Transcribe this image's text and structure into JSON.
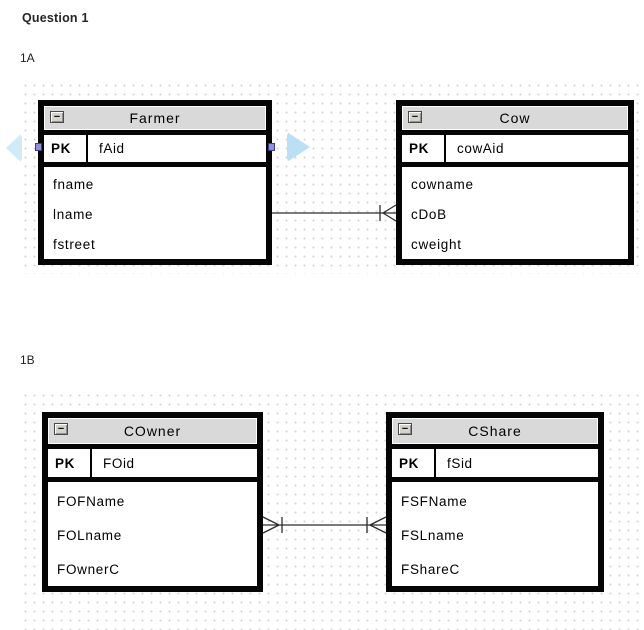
{
  "page": {
    "heading": "Question 1"
  },
  "icons": {
    "collapse_glyph": "−"
  },
  "colors": {
    "entity_border": "#000000",
    "header_fill": "#d9d9d9",
    "autoconnect_blue": "#b9e0f6",
    "selection_handle": "#8f8fdb",
    "grid_dot": "#d3d5da"
  },
  "sections": [
    {
      "label": "1A",
      "entities": [
        {
          "title": "Farmer",
          "pk_label": "PK",
          "pk_field": "fAid",
          "attributes": [
            "fname",
            "lname",
            "fstreet"
          ]
        },
        {
          "title": "Cow",
          "pk_label": "PK",
          "pk_field": "cowAid",
          "attributes": [
            "cowname",
            "cDoB",
            "cweight"
          ]
        }
      ],
      "relationship": {
        "from": "Farmer",
        "to": "Cow",
        "cardinality": "one-to-many",
        "to_end_symbol": "crow-foot-with-tick"
      }
    },
    {
      "label": "1B",
      "entities": [
        {
          "title": "COwner",
          "pk_label": "PK",
          "pk_field": "FOid",
          "attributes": [
            "FOFName",
            "FOLname",
            "FOwnerC"
          ]
        },
        {
          "title": "CShare",
          "pk_label": "PK",
          "pk_field": "fSid",
          "attributes": [
            "FSFName",
            "FSLname",
            "FShareC"
          ]
        }
      ],
      "relationship": {
        "from": "COwner",
        "to": "CShare",
        "cardinality": "many-to-many",
        "from_end_symbol": "crow-foot-with-tick",
        "to_end_symbol": "crow-foot-with-tick"
      }
    }
  ]
}
